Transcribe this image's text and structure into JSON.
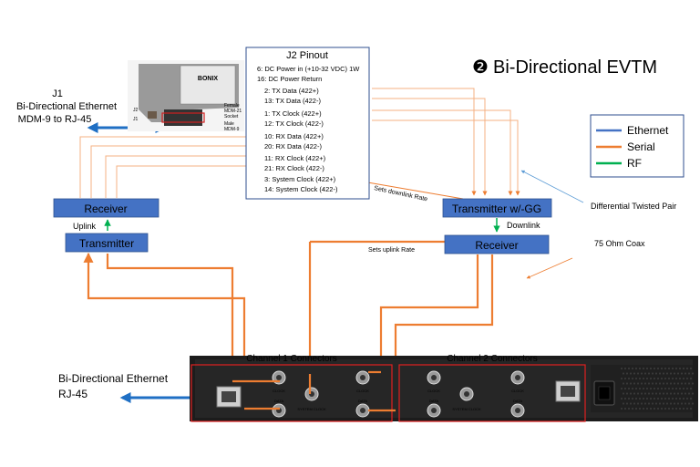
{
  "title": {
    "number": "❷",
    "text": "Bi-Directional EVTM"
  },
  "j1": {
    "heading": "J1",
    "line1": "Bi-Directional Ethernet",
    "line2": "MDM-9 to RJ-45"
  },
  "module_labels": {
    "brand": "BONIX",
    "j2_tag": "J2",
    "j1_tag": "J1",
    "female_1": "Female",
    "female_2": "MDM-21",
    "female_3": "Socket",
    "male_1": "Male",
    "male_2": "MDM-9"
  },
  "pinout": {
    "title": "J2 Pinout",
    "pins": [
      "6: DC Power in (+10-32 VDC) 1W",
      "16: DC Power Return",
      "2: TX Data (422+)",
      "13: TX Data (422-)",
      "1: TX Clock (422+)",
      "12: TX Clock (422-)",
      "10: RX Data (422+)",
      "20: RX Data (422-)",
      "11: RX Clock (422+)",
      "21: RX Clock (422-)",
      "3: System Clock (422+)",
      "14: System Clock (422-)"
    ]
  },
  "legend": {
    "items": [
      {
        "label": "Ethernet",
        "color": "#4472c4"
      },
      {
        "label": "Serial",
        "color": "#ed7d31"
      },
      {
        "label": "RF",
        "color": "#00b050"
      }
    ]
  },
  "blocks": {
    "receiver_left": "Receiver",
    "transmitter_left": "Transmitter",
    "transmitter_right": "Transmitter w/-GG",
    "receiver_right": "Receiver",
    "block_color": "#4472c4"
  },
  "labels": {
    "uplink": "Uplink",
    "downlink": "Downlink",
    "sets_downlink": "Sets downlink Rate",
    "sets_uplink": "Sets uplink Rate",
    "differential": "Differential Twisted Pair",
    "coax": "75 Ohm Coax"
  },
  "panel": {
    "channel1": "Channel 1 Connectors",
    "channel2": "Channel 2 Connectors",
    "channel_color": "#e02020",
    "ethernet_line1": "Bi-Directional Ethernet",
    "ethernet_line2": "RJ-45",
    "ch1_clock_left": "CLOCK",
    "ch1_data_left": "DATA",
    "ch1_sysclock": "SYSTEM CLOCK",
    "ch1_clock_right": "CLOCK",
    "ch1_data_right": "DATA",
    "ch2_clock_left": "CLOCK",
    "ch2_data_left": "DATA",
    "ch2_sysclock": "SYSTEM CLOCK",
    "ch2_clock_right": "CLOCK",
    "ch2_data_right": "DATA"
  }
}
